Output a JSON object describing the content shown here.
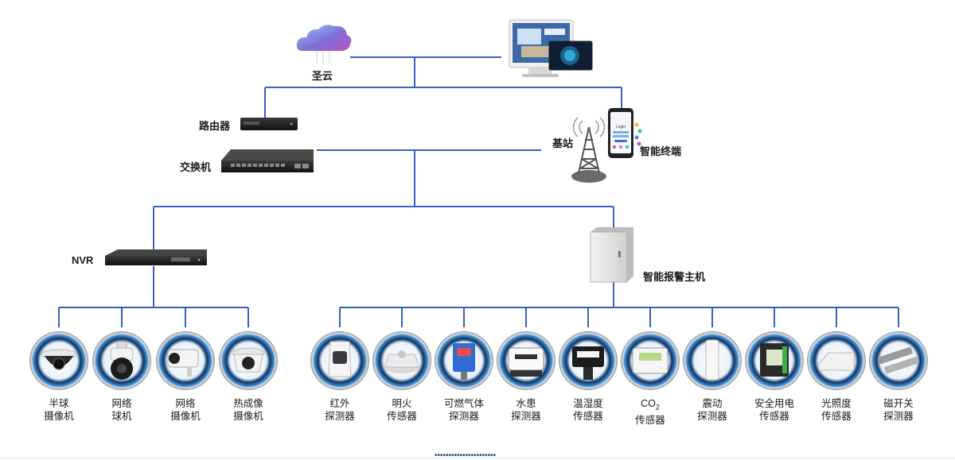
{
  "top": {
    "cloud_label": "圣云",
    "router_label": "路由器",
    "switch_label": "交换机",
    "base_station_label": "基站",
    "smart_terminal_label": "智能终端",
    "phone_login_text": "Login"
  },
  "mid": {
    "nvr_label": "NVR",
    "alarm_host_label": "智能报警主机"
  },
  "cameras": [
    {
      "line1": "半球",
      "line2": "摄像机",
      "icon": "dome-camera-icon"
    },
    {
      "line1": "网络",
      "line2": "球机",
      "icon": "ptz-camera-icon"
    },
    {
      "line1": "网络",
      "line2": "摄像机",
      "icon": "bullet-camera-icon"
    },
    {
      "line1": "热成像",
      "line2": "摄像机",
      "icon": "thermal-camera-icon"
    }
  ],
  "sensors": [
    {
      "line1": "红外",
      "line2": "探测器",
      "icon": "infrared-detector-icon"
    },
    {
      "line1": "明火",
      "line2": "传感器",
      "icon": "flame-sensor-icon"
    },
    {
      "line1": "可燃气体",
      "line2": "探测器",
      "icon": "gas-detector-icon"
    },
    {
      "line1": "水患",
      "line2": "探测器",
      "icon": "water-leak-detector-icon"
    },
    {
      "line1": "温湿度",
      "line2": "传感器",
      "icon": "temp-humidity-sensor-icon"
    },
    {
      "line1": "CO",
      "line1_sub": "2",
      "line2": "传感器",
      "icon": "co2-sensor-icon"
    },
    {
      "line1": "震动",
      "line2": "探测器",
      "icon": "vibration-detector-icon"
    },
    {
      "line1": "安全用电",
      "line2": "传感器",
      "icon": "electrical-safety-sensor-icon"
    },
    {
      "line1": "光照度",
      "line2": "传感器",
      "icon": "illuminance-sensor-icon"
    },
    {
      "line1": "磁开关",
      "line2": "探测器",
      "icon": "magnetic-switch-detector-icon"
    }
  ],
  "footer": {
    "dots": "••••••••••••••••••••••"
  },
  "colors": {
    "line": "#3a5fc1",
    "ring_dark": "#0d3566",
    "ring_light": "#3d86c6"
  }
}
